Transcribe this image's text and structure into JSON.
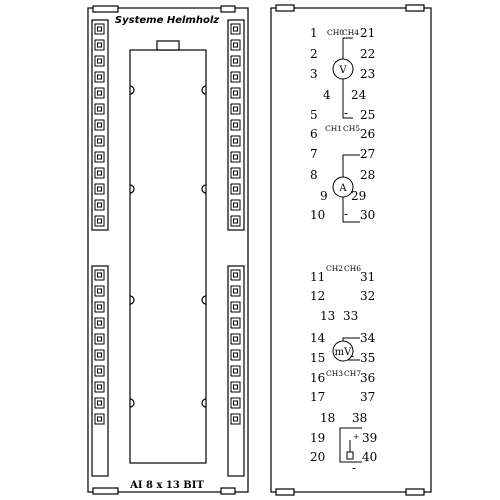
{
  "front_panel": {
    "manufacturer": "Systeme Helmholz",
    "model_label": "AI 8 x 13 BIT",
    "left_terminal_count_top": 13,
    "left_terminal_count_bottom": 10,
    "right_terminal_count_top": 13,
    "right_terminal_count_bottom": 10
  },
  "wiring_diagram": {
    "pins": [
      "1",
      "2",
      "3",
      "4",
      "5",
      "6",
      "7",
      "8",
      "9",
      "10",
      "11",
      "12",
      "13",
      "14",
      "15",
      "16",
      "17",
      "18",
      "19",
      "20",
      "21",
      "22",
      "23",
      "24",
      "25",
      "26",
      "27",
      "28",
      "29",
      "30",
      "31",
      "32",
      "33",
      "34",
      "35",
      "36",
      "37",
      "38",
      "39",
      "40"
    ],
    "channel_labels": [
      {
        "text": "CH0"
      },
      {
        "text": "CH4"
      },
      {
        "text": "CH1"
      },
      {
        "text": "CH5"
      },
      {
        "text": "CH2"
      },
      {
        "text": "CH6"
      },
      {
        "text": "CH3"
      },
      {
        "text": "CH7"
      }
    ],
    "meters": [
      {
        "symbol": "V"
      },
      {
        "symbol": "A"
      },
      {
        "symbol": "mV"
      }
    ],
    "minus_marks": [
      "-",
      "-",
      "-",
      "-"
    ],
    "plus_mark": "+"
  },
  "colors": {
    "line": "#000000",
    "background": "#ffffff"
  }
}
